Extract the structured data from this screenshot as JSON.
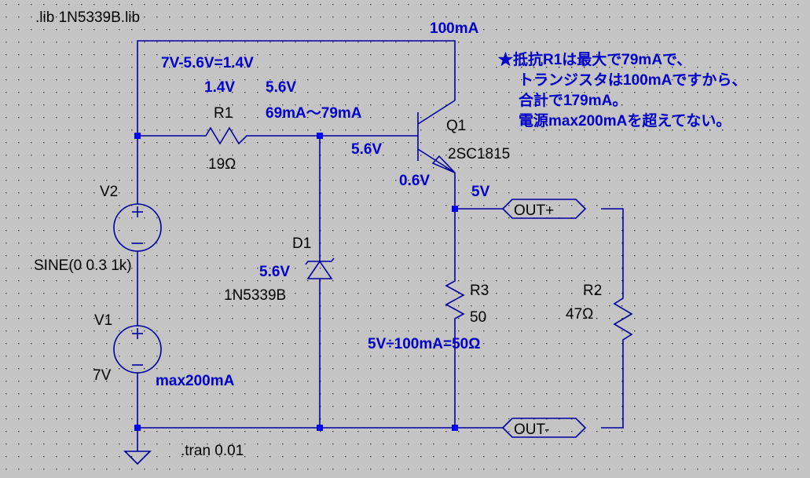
{
  "directive_lib": ".lib 1N5339B.lib",
  "directive_tran": ".tran 0.01",
  "components": {
    "r1": {
      "name": "R1",
      "value": "19Ω"
    },
    "r2": {
      "name": "R2",
      "value": "47Ω"
    },
    "r3": {
      "name": "R3",
      "value": "50"
    },
    "q1": {
      "name": "Q1",
      "value": "2SC1815"
    },
    "d1": {
      "name": "D1",
      "value": "1N5339B"
    },
    "v1": {
      "name": "V1",
      "value": "7V"
    },
    "v2": {
      "name": "V2",
      "value": "SINE(0 0.3 1k)"
    }
  },
  "net_labels": {
    "out_plus": "OUT+",
    "out_minus": "OUT-"
  },
  "annotations": {
    "collector_current": "100mA",
    "r1_drop": "7V-5.6V=1.4V",
    "r1_v_left": "1.4V",
    "r1_v_right": "5.6V",
    "r1_current": "69mA～79mA",
    "base_v": "5.6V",
    "vbe": "0.6V",
    "out_v": "5V",
    "zener_v": "5.6V",
    "r3_calc": "5V÷100mA=50Ω",
    "supply_max": "max200mA",
    "note": [
      "★抵抗R1は最大で79mAで、",
      "トランジスタは100mAですから、",
      "合計で179mA。",
      "電源max200mAを超えてない。"
    ]
  },
  "colors": {
    "background": "#c4c4c4",
    "wire": "#0000a0",
    "annotation": "#0000c8"
  }
}
